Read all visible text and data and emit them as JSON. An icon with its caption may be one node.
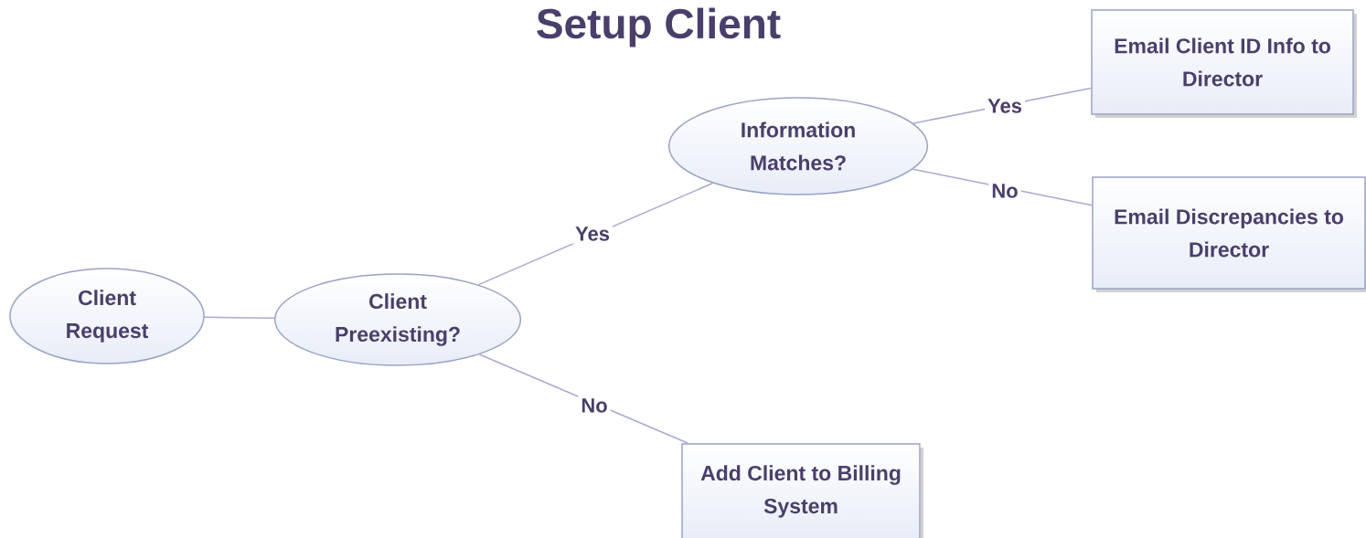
{
  "diagram": {
    "title": "Setup Client",
    "nodes": [
      {
        "text": [
          "Client Request"
        ]
      },
      {
        "text": [
          "Client Preexisting?"
        ]
      },
      {
        "text": [
          "Information Matches?"
        ]
      },
      {
        "text": [
          "Email Client ID Info to Director"
        ]
      },
      {
        "text": [
          "Email Discrepancies to Director"
        ]
      },
      {
        "text": [
          "Add Client to Billing System"
        ]
      }
    ],
    "edges": [
      {
        "from": 0,
        "to": 1,
        "arrow": "none"
      },
      {
        "from": 1,
        "to": 2,
        "arrow": "none",
        "label": "Yes"
      },
      {
        "from": 2,
        "to": 3,
        "arrow": "none",
        "label": "Yes"
      },
      {
        "from": 2,
        "to": 4,
        "arrow": "none",
        "label": "No"
      },
      {
        "from": 1,
        "to": 5,
        "arrow": "none",
        "label": "No"
      }
    ]
  }
}
